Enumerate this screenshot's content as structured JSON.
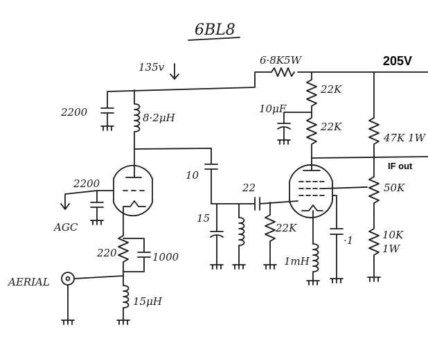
{
  "title": "6BL8",
  "supply_voltage": "205V",
  "tap_voltage": "135v",
  "if_out": "IF out",
  "aerial": "AERIAL",
  "agc": "AGC",
  "components": {
    "dropper": "6·8K5W",
    "r_22k_upper": "22K",
    "r_22k_lower": "22K",
    "c_10uf": "10μF",
    "r_47k": "47K 1W",
    "pot_50k": "50K",
    "r_10k": "10K",
    "r_10k_rating": "1W",
    "c_2200_top": "2200",
    "l_8_2uh": "8·2μH",
    "c_2200_grid": "2200",
    "c_10": "10",
    "c_22": "22",
    "c_15": "15",
    "r_22k_grid": "22K",
    "l_1mh": "1mH",
    "c_0_1": "·1",
    "r_220": "220",
    "c_1000": "1000",
    "l_15uh": "15μH"
  }
}
